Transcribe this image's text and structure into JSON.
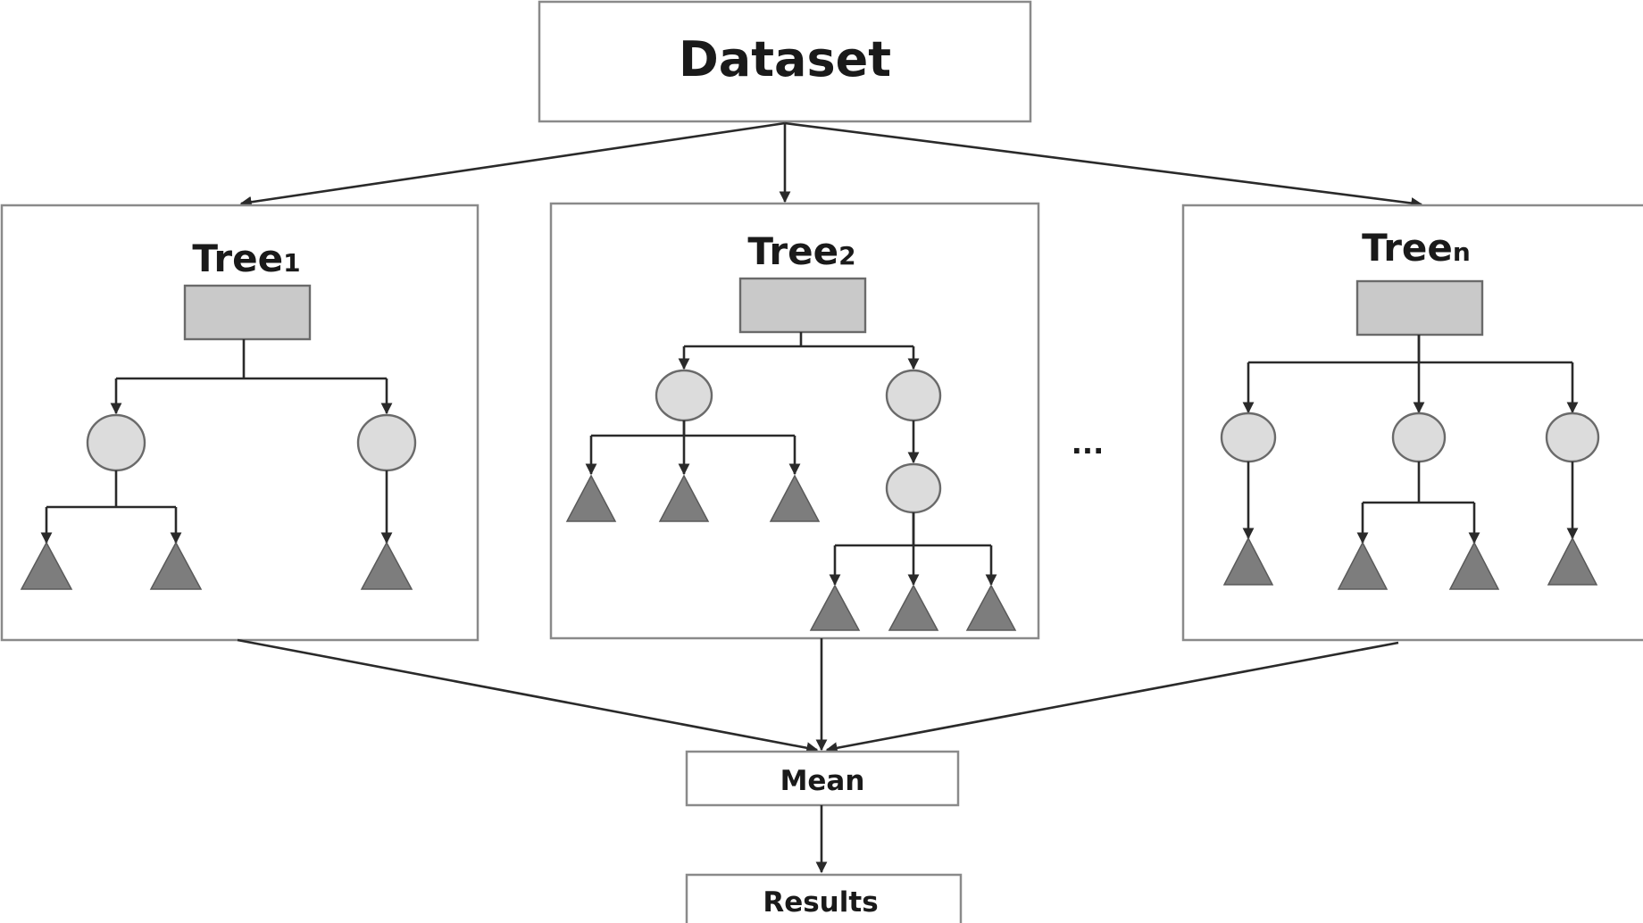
{
  "diagram": {
    "dataset_label": "Dataset",
    "trees": [
      {
        "name": "Tree",
        "sub": "1"
      },
      {
        "name": "Tree",
        "sub": "2"
      },
      {
        "name": "Tree",
        "sub": "n"
      }
    ],
    "ellipsis": "...",
    "mean_label": "Mean",
    "results_label": "Results"
  },
  "colors": {
    "box_border": "#8a8a8a",
    "node_fill": "#c9c9c9",
    "circle_fill": "#dcdcdc",
    "leaf_fill": "#7d7d7d",
    "line": "#2a2a2a"
  }
}
